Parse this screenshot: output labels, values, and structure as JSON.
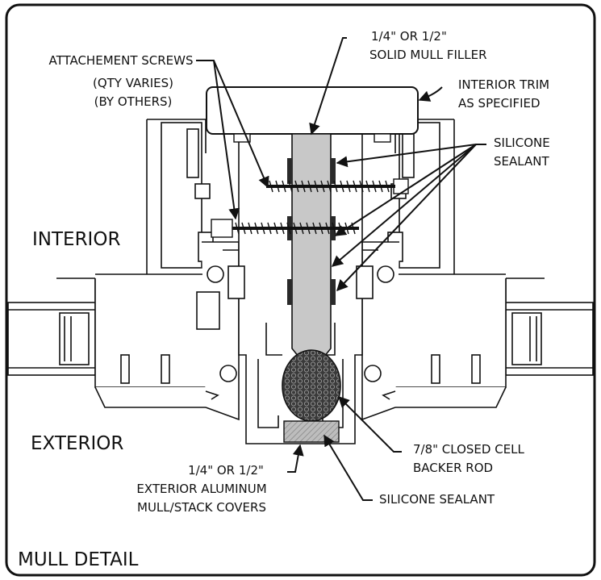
{
  "labels": {
    "screws_line1": "ATTACHEMENT SCREWS",
    "screws_line2": "(QTY VARIES)",
    "screws_line3": "(BY OTHERS)",
    "filler_line1": "1/4\" OR 1/2\"",
    "filler_line2": "SOLID MULL FILLER",
    "trim_line1": "INTERIOR TRIM",
    "trim_line2": "AS SPECIFIED",
    "silicone_line1": "SILICONE",
    "silicone_line2": "SEALANT",
    "interior": "INTERIOR",
    "exterior": "EXTERIOR",
    "backer_line1": "7/8\" CLOSED CELL",
    "backer_line2": "BACKER ROD",
    "covers_line1": "1/4\" OR 1/2\"",
    "covers_line2": "EXTERIOR ALUMINUM",
    "covers_line3": "MULL/STACK COVERS",
    "silicone_bottom": "SILICONE SEALANT",
    "detail_title": "MULL DETAIL"
  },
  "colors": {
    "line": "#111111",
    "filler": "#c8c8c8",
    "backer_rod": "#3a3a3a",
    "sealant": "#9a9a9a"
  }
}
